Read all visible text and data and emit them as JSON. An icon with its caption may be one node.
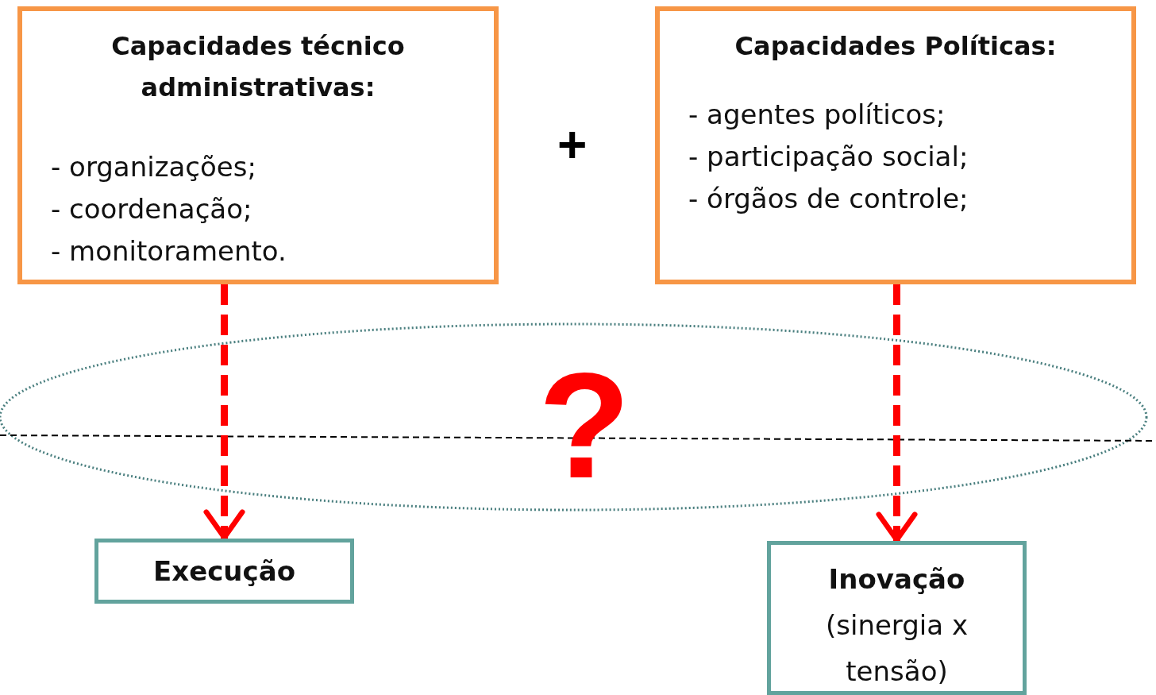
{
  "diagram": {
    "nodes": [
      {
        "text": [
          "Capacidades técnico administrativas:",
          "- organizações;",
          "- coordenação;",
          "- monitoramento."
        ]
      },
      {
        "text": [
          "Capacidades Políticas:",
          "- agentes políticos;",
          "- participação social;",
          "- órgãos de controle;"
        ]
      },
      {
        "text": [
          "Execução"
        ]
      },
      {
        "text": [
          "Inovação",
          "(sinergia x tensão)"
        ]
      }
    ],
    "edges": [
      {
        "from": 0,
        "to": 2,
        "arrow": "to",
        "style": "dashed",
        "color": "#ff0000"
      },
      {
        "from": 1,
        "to": 3,
        "arrow": "to",
        "style": "dashed",
        "color": "#ff0000"
      }
    ],
    "labels": [
      "+",
      "?"
    ]
  }
}
